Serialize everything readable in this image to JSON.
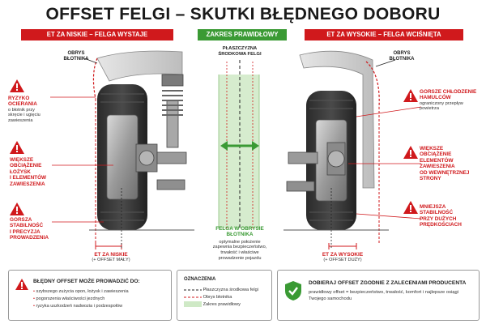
{
  "title": "OFFSET FELGI – SKUTKI BŁĘDNEGO DOBORU",
  "headers": {
    "left": "ET ZA NISKIE – FELGA WYSTAJE",
    "center": "ZAKRES PRAWIDŁOWY",
    "right": "ET ZA WYSOKIE – FELGA WCIŚNIĘTA"
  },
  "colors": {
    "red": "#d0191c",
    "green": "#3a9a34",
    "zone": "#cfe9c6"
  },
  "left": {
    "fender_label": "OBRYS\nBŁOTNIKA",
    "warnings": [
      {
        "title": "RYZYKO\nOCIERANIA",
        "desc": "o błotnik przy\nskręcie i ugięciu\nzawieszenia"
      },
      {
        "title": "WIĘKSZE\nOBCIĄŻENIE\nŁOŻYSK\nI ELEMENTÓW\nZAWIESZENIA",
        "desc": ""
      },
      {
        "title": "GORSZA\nSTABILNOŚĆ\nI PRECYZJA\nPROWADZENIA",
        "desc": ""
      }
    ],
    "et_title": "ET ZA NISKIE",
    "et_sub": "(+ OFFSET MAŁY)"
  },
  "center": {
    "plane_label": "PŁASZCZYZNA\nŚRODKOWA FELGI",
    "ok_title": "FELGA W OBRYSIE\nBŁOTNIKA",
    "ok_desc": "optymalne położenie\nzapewnia bezpieczeństwo,\ntrwałość i właściwe\nprowadzenie pojazdu"
  },
  "right": {
    "fender_label": "OBRYS\nBŁOTNIKA",
    "warnings": [
      {
        "title": "GORSZE CHŁODZENIE\nHAMULCÓW",
        "desc": "ograniczony przepływ\npowietrza"
      },
      {
        "title": "WIĘKSZE\nOBCIĄŻENIE\nELEMENTÓW\nZAWIESZENIA\nOD WEWNĘTRZNEJ\nSTRONY",
        "desc": ""
      },
      {
        "title": "MNIEJSZA\nSTABILNOŚĆ\nPRZY DUŻYCH\nPRĘDKOŚCIACH",
        "desc": ""
      }
    ],
    "et_title": "ET ZA WYSOKIE",
    "et_sub": "(+ OFFSET DUŻY)"
  },
  "bottom": {
    "left_title": "BŁĘDNY OFFSET MOŻE PROWADZIĆ DO:",
    "left_items": [
      "szybszego zużycia opon, łożysk i zawieszenia",
      "pogorszenia właściwości jezdnych",
      "ryzyka uszkodzeń nadwozia i podzespołów"
    ],
    "legend_title": "OZNACZENIA",
    "legend_items": [
      "Płaszczyzna środkowa felgi",
      "Obrys błotnika",
      "Zakres prawidłowy"
    ],
    "right_title": "DOBIERAJ OFFSET ZGODNIE Z ZALECENIAMI PRODUCENTA",
    "right_desc": "prawidłowy offset = bezpieczeństwo, trwałość, komfort i najlepsze osiągi Twojego samochodu"
  }
}
